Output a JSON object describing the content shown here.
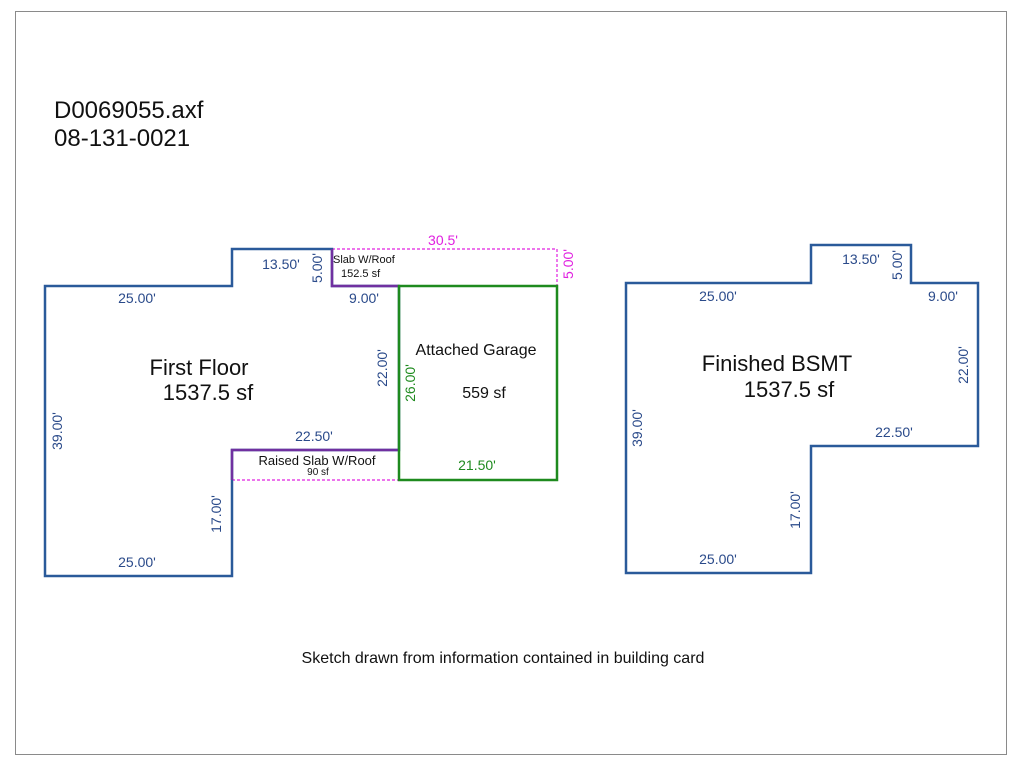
{
  "header": {
    "file_name": "D0069055.axf",
    "parcel_id": "08-131-0021"
  },
  "colors": {
    "living_outline": "#2a5a9a",
    "garage_outline": "#1e8a1e",
    "slab_outline": "#7030a0",
    "slab_dashed": "#e020e0",
    "dimension_blue": "#2a4a8a"
  },
  "first_floor": {
    "name": "First Floor",
    "area": "1537.5 sf",
    "dims": {
      "top_left": "25.00'",
      "top_notch": "13.50'",
      "notch_height": "5.00'",
      "right_upper": "9.00'",
      "right_side": "22.00'",
      "step": "22.50'",
      "right_lower": "17.00'",
      "bottom": "25.00'",
      "left": "39.00'"
    }
  },
  "garage": {
    "name": "Attached Garage",
    "area": "559 sf",
    "dims": {
      "left": "26.00'",
      "bottom": "21.50'"
    }
  },
  "slab_roof": {
    "name": "Slab W/Roof",
    "area": "152.5 sf",
    "dims": {
      "top": "30.5'",
      "right": "5.00'"
    }
  },
  "raised_slab": {
    "name": "Raised Slab W/Roof",
    "area": "90 sf"
  },
  "basement": {
    "name": "Finished BSMT",
    "area": "1537.5 sf",
    "dims": {
      "top_left": "25.00'",
      "top_notch": "13.50'",
      "notch_height": "5.00'",
      "right_upper": "9.00'",
      "right_side": "22.00'",
      "step": "22.50'",
      "right_lower": "17.00'",
      "bottom": "25.00'",
      "left": "39.00'"
    }
  },
  "footnote": "Sketch drawn from information contained in building card"
}
